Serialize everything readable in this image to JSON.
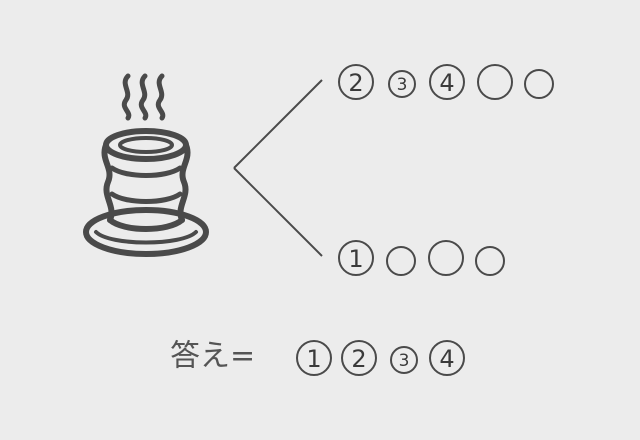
{
  "colors": {
    "ink": "#4a4a4a",
    "text": "#555555",
    "background": "#ececec"
  },
  "icon": "tea-cup-with-steam-icon",
  "branch_top": {
    "items": [
      {
        "label": "2"
      },
      {
        "label": "3"
      },
      {
        "label": "4"
      },
      {
        "label": ""
      },
      {
        "label": ""
      }
    ]
  },
  "branch_bottom": {
    "items": [
      {
        "label": "1"
      },
      {
        "label": ""
      },
      {
        "label": ""
      },
      {
        "label": ""
      }
    ]
  },
  "answer": {
    "prefix": "答え=",
    "items": [
      {
        "label": "1"
      },
      {
        "label": "2"
      },
      {
        "label": "3"
      },
      {
        "label": "4"
      }
    ]
  }
}
